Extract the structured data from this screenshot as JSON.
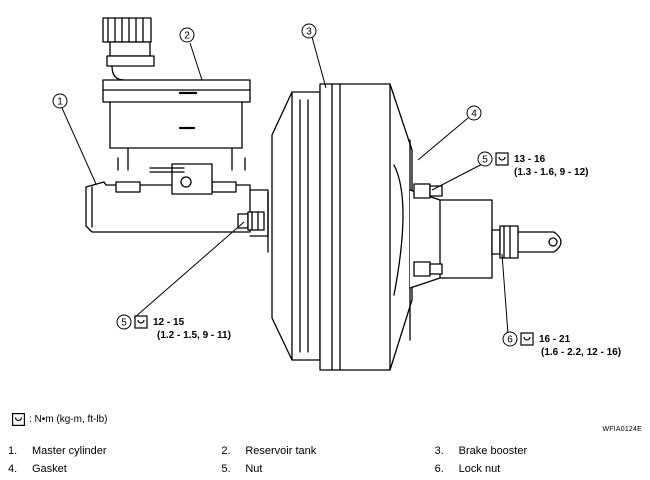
{
  "callouts": {
    "c1": "1",
    "c2": "2",
    "c3": "3",
    "c4": "4",
    "c5a": "5",
    "c5b": "5",
    "c6": "6"
  },
  "torques": {
    "t5_upper_nm": "13 - 16",
    "t5_upper_alt": "(1.3 - 1.6, 9 - 12)",
    "t5_lower_nm": "12 - 15",
    "t5_lower_alt": "(1.2 - 1.5, 9 - 11)",
    "t6_nm": "16 - 21",
    "t6_alt": "(1.6 - 2.2, 12 - 16)"
  },
  "legend": {
    "icon": "torque-wrench-icon",
    "text": ": N•m  (kg-m,  ft-lb)"
  },
  "figure_code": "WFIA0124E",
  "parts": [
    {
      "num": "1.",
      "name": "Master cylinder"
    },
    {
      "num": "2.",
      "name": "Reservoir tank"
    },
    {
      "num": "3.",
      "name": "Brake booster"
    },
    {
      "num": "4.",
      "name": "Gasket"
    },
    {
      "num": "5.",
      "name": "Nut"
    },
    {
      "num": "6.",
      "name": "Lock nut"
    }
  ]
}
